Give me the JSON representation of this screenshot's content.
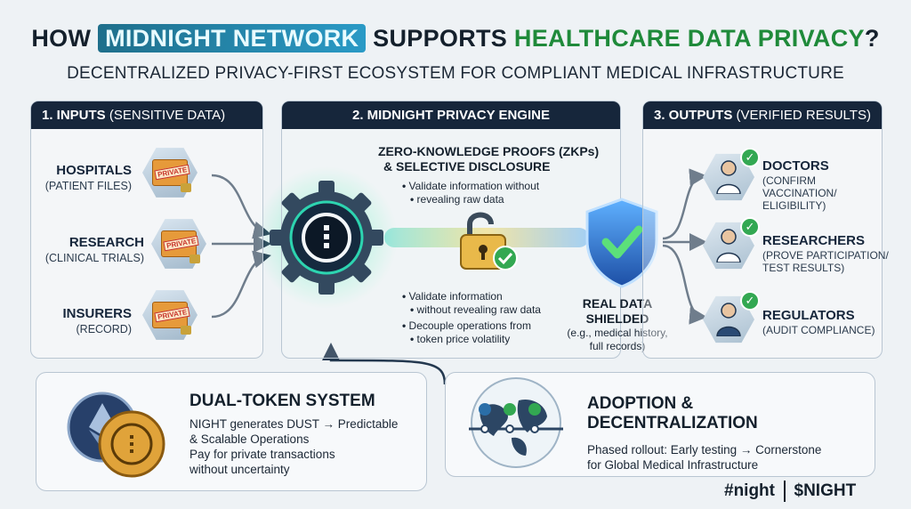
{
  "title": {
    "prefix": "HOW",
    "highlight": "MIDNIGHT NETWORK",
    "middle": "SUPPORTS",
    "green": "HEALTHCARE DATA PRIVACY",
    "suffix": "?"
  },
  "subtitle": "DECENTRALIZED PRIVACY-FIRST ECOSYSTEM FOR COMPLIANT MEDICAL INFRASTRUCTURE",
  "inputs": {
    "header": "1. INPUTS",
    "header_note": "(SENSITIVE DATA)",
    "stamp": "PRIVATE",
    "items": [
      {
        "label": "HOSPITALS",
        "sub": "(PATIENT FILES)"
      },
      {
        "label": "RESEARCH",
        "sub": "(CLINICAL TRIALS)"
      },
      {
        "label": "INSURERS",
        "sub": "(RECORD)"
      }
    ]
  },
  "engine": {
    "header": "2. MIDNIGHT PRIVACY ENGINE",
    "zk_title_1": "ZERO-KNOWLEDGE PROOFS (ZKPs)",
    "zk_title_2": "& SELECTIVE DISCLOSURE",
    "bullet_top_1": "Validate information without",
    "bullet_top_2": "revealing raw data",
    "bullet_a_1": "Validate information",
    "bullet_a_2": "without revealing raw data",
    "bullet_b_1": "Decouple operations from",
    "bullet_b_2": "token price volatility",
    "shield_label_1": "REAL DATA",
    "shield_label_2": "SHIELDED",
    "shield_sub_1": "(e.g., medical history,",
    "shield_sub_2": "full records)"
  },
  "outputs": {
    "header": "3. OUTPUTS",
    "header_note": "(VERIFIED RESULTS)",
    "items": [
      {
        "label": "DOCTORS",
        "sub1": "(CONFIRM",
        "sub2": "VACCINATION/",
        "sub3": "ELIGIBILITY)"
      },
      {
        "label": "RESEARCHERS",
        "sub1": "(PROVE PARTICIPATION/",
        "sub2": "TEST RESULTS)"
      },
      {
        "label": "REGULATORS",
        "sub1": "(AUDIT COMPLIANCE)"
      }
    ]
  },
  "dual_token": {
    "title": "DUAL-TOKEN SYSTEM",
    "line1": "NIGHT generates DUST → Predictable",
    "line2": "& Scalable Operations",
    "line3": "Pay for private transactions",
    "line4": "without uncertainty"
  },
  "adoption": {
    "title_1": "ADOPTION &",
    "title_2": "DECENTRALIZATION",
    "line1": "Phased rollout: Early testing → Cornerstone",
    "line2": "for Global Medical Infrastructure"
  },
  "brand": {
    "hashtag": "#night",
    "ticker": "$NIGHT"
  },
  "colors": {
    "navy": "#16263b",
    "accent_teal": "#2a9ac6",
    "green": "#1f8a3a",
    "check": "#33a852",
    "folder": "#e69a3a"
  }
}
